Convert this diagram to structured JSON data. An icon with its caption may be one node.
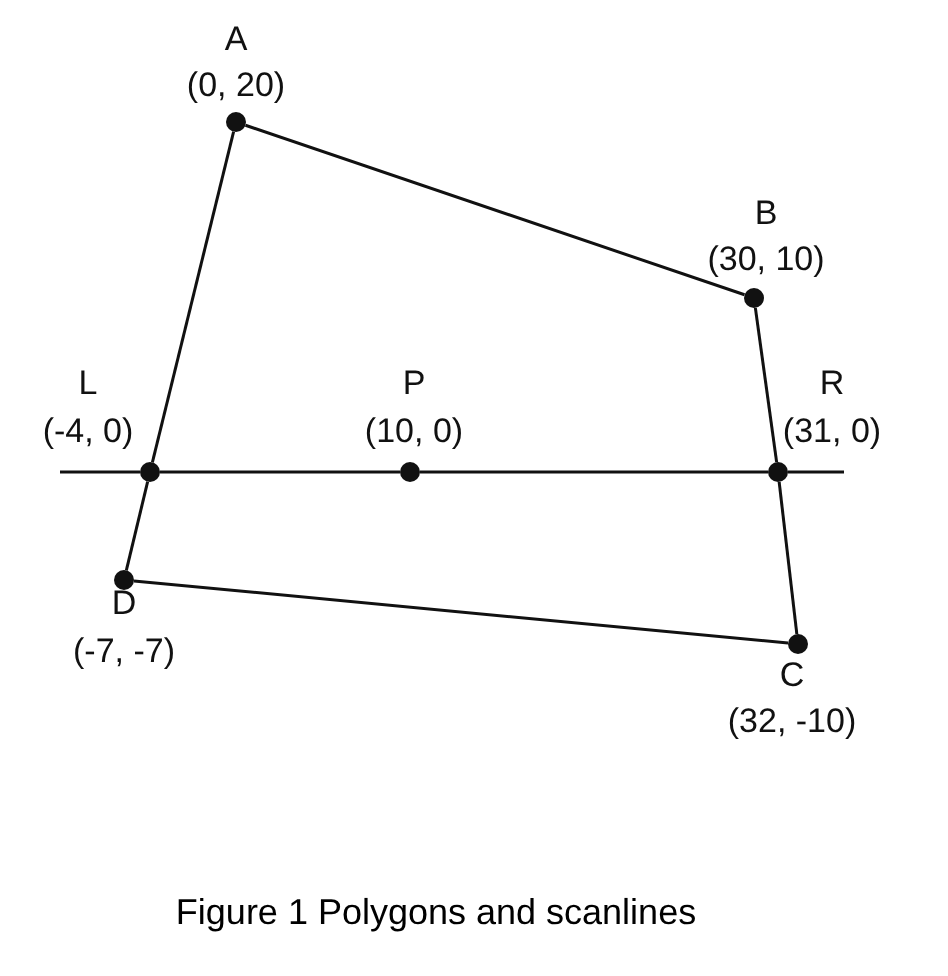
{
  "diagram": {
    "caption": "Figure 1 Polygons and scanlines",
    "nodes": [
      {
        "text": [
          "A",
          "(0, 20)"
        ]
      },
      {
        "text": [
          "B",
          "(30, 10)"
        ]
      },
      {
        "text": [
          "L",
          "(-4, 0)"
        ]
      },
      {
        "text": [
          "P",
          "(10, 0)"
        ]
      },
      {
        "text": [
          "R",
          "(31, 0)"
        ]
      },
      {
        "text": [
          "D",
          "(-7, -7)"
        ]
      },
      {
        "text": [
          "C",
          "(32, -10)"
        ]
      }
    ],
    "edges": [
      {
        "from": 0,
        "to": 1,
        "arrow": "none"
      },
      {
        "from": 1,
        "to": 4,
        "arrow": "none"
      },
      {
        "from": 4,
        "to": 6,
        "arrow": "none"
      },
      {
        "from": 6,
        "to": 5,
        "arrow": "none"
      },
      {
        "from": 5,
        "to": 2,
        "arrow": "none"
      },
      {
        "from": 2,
        "to": 0,
        "arrow": "none"
      },
      {
        "from": null,
        "to": 2,
        "arrow": "none"
      },
      {
        "from": 2,
        "to": 3,
        "arrow": "none"
      },
      {
        "from": 3,
        "to": 4,
        "arrow": "none"
      },
      {
        "from": 4,
        "to": null,
        "arrow": "none"
      }
    ]
  }
}
